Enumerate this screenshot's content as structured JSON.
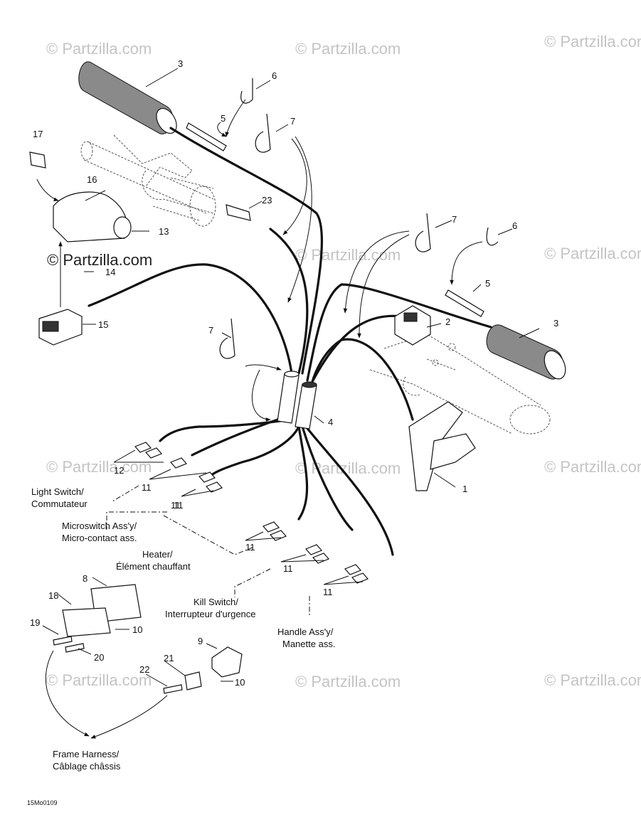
{
  "watermark": "© Partzilla.com",
  "callouts": [
    "1",
    "2",
    "3",
    "3",
    "4",
    "5",
    "5",
    "6",
    "6",
    "7",
    "7",
    "7",
    "8",
    "9",
    "10",
    "10",
    "11",
    "11",
    "11",
    "11",
    "11",
    "11",
    "12",
    "13",
    "14",
    "15",
    "16",
    "17",
    "18",
    "19",
    "20",
    "21",
    "22",
    "23"
  ],
  "labels": {
    "light_switch": [
      "Light Switch/",
      "Commutateur"
    ],
    "microswitch": [
      "Microswitch Ass'y/",
      "Micro-contact ass."
    ],
    "heater": [
      "Heater/",
      "Élément chauffant"
    ],
    "kill_switch": [
      "Kill Switch/",
      "Interrupteur d'urgence"
    ],
    "handle": [
      "Handle Ass'y/",
      "Manette ass."
    ],
    "frame_harness": [
      "Frame Harness/",
      "Câblage châssis"
    ]
  },
  "drawing_code": "15Mo0109"
}
